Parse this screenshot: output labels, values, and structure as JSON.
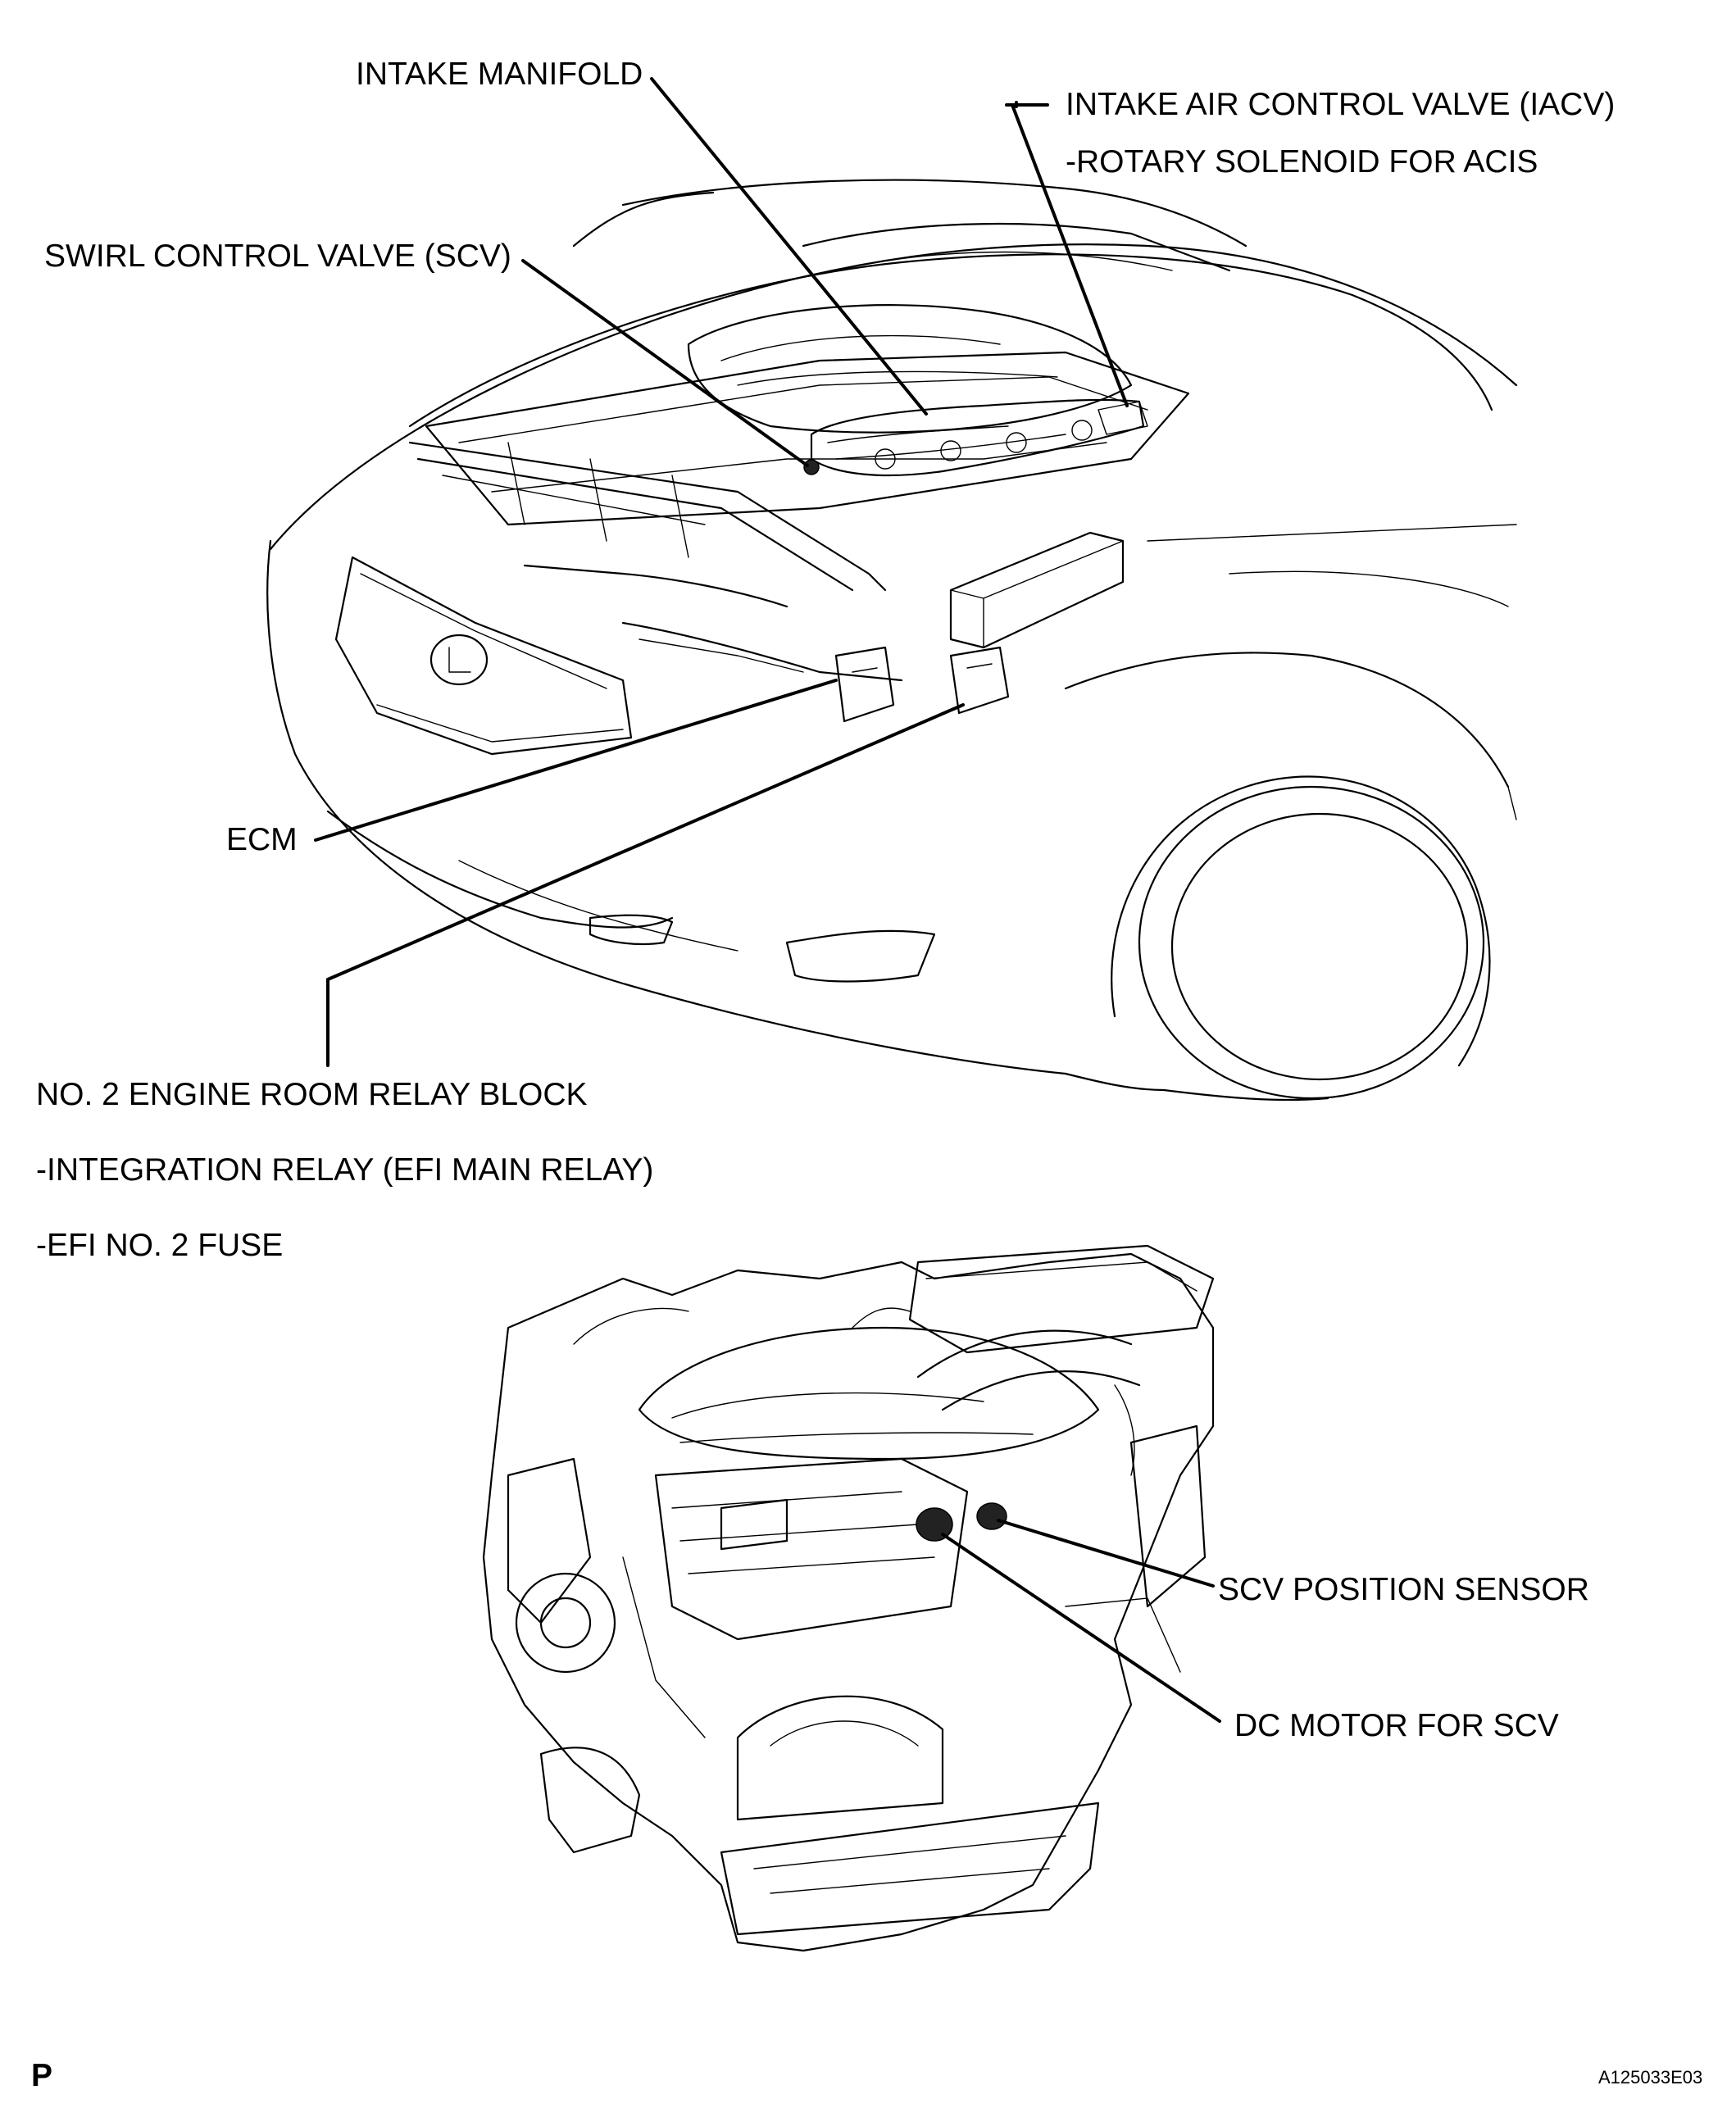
{
  "labels": {
    "intake_manifold": "INTAKE MANIFOLD",
    "iacv": "INTAKE AIR CONTROL VALVE (IACV)",
    "rotary_solenoid": "-ROTARY SOLENOID FOR ACIS",
    "scv": "SWIRL CONTROL VALVE (SCV)",
    "ecm": "ECM",
    "relay_block": "NO. 2 ENGINE ROOM  RELAY BLOCK",
    "integration_relay": "-INTEGRATION RELAY (EFI MAIN RELAY)",
    "efi_fuse": "-EFI NO. 2 FUSE",
    "scv_position_sensor": "SCV POSITION SENSOR",
    "dc_motor": "DC MOTOR FOR SCV"
  },
  "footer": {
    "page_letter": "P",
    "figure_code": "A125033E03"
  },
  "colors": {
    "ink": "#000000",
    "background": "#ffffff"
  }
}
